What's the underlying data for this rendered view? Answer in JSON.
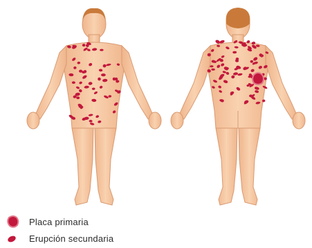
{
  "figure": {
    "views": [
      "front",
      "back"
    ],
    "colors": {
      "skin": "#f7c9a2",
      "skin_shade": "#e9ad84",
      "outline": "#d99a72",
      "hair": "#c97a3a",
      "rash": "#c2183c",
      "rash_border": "#e37a8c",
      "background": "#ffffff"
    }
  },
  "legend": {
    "items": [
      {
        "label": "Placa primaria",
        "icon": "primary-plaque-icon"
      },
      {
        "label": "Erupción secundaria",
        "icon": "secondary-eruption-icon"
      }
    ]
  }
}
